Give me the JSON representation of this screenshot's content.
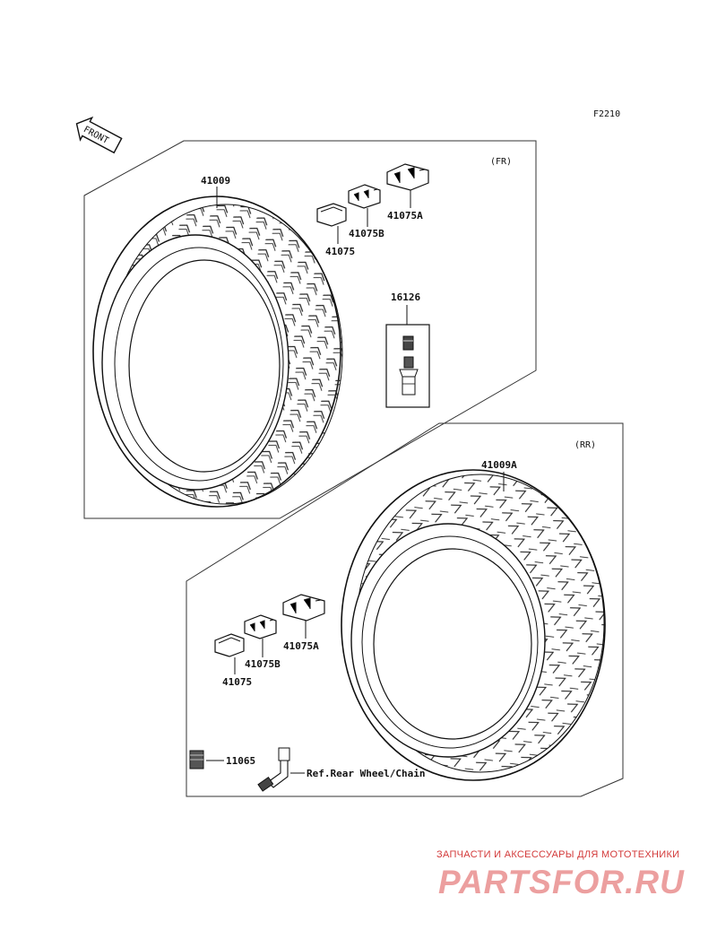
{
  "figure_code": "F2210",
  "front_arrow": "FRONT",
  "sections": {
    "front": {
      "title": "(FR)",
      "tire_part": "41009",
      "weight_parts": [
        "41075",
        "41075B",
        "41075A"
      ],
      "valve_part": "16126"
    },
    "rear": {
      "title": "(RR)",
      "tire_part": "41009A",
      "weight_parts": [
        "41075",
        "41075B",
        "41075A"
      ],
      "cap_part": "11065",
      "reference_note": "Ref.Rear Wheel/Chain"
    }
  },
  "watermark": {
    "subtitle": "ЗАПЧАСТИ И АКСЕССУАРЫ ДЛЯ МОТОТЕХНИКИ",
    "logo": "PARTSFOR.RU"
  }
}
